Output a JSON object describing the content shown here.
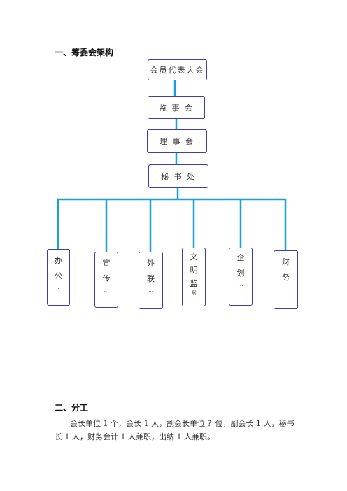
{
  "section1": {
    "title": "一、筹委会架构"
  },
  "org": {
    "top": [
      "会员代表大会",
      "监 事 会",
      "理 事 会",
      "秘 书 处"
    ],
    "departments": [
      {
        "chars": [
          "办",
          "公"
        ],
        "ellipsis": "."
      },
      {
        "chars": [
          "宣",
          "传"
        ],
        "ellipsis": "…"
      },
      {
        "chars": [
          "外",
          "联"
        ],
        "ellipsis": "…"
      },
      {
        "chars": [
          "文",
          "明",
          "监"
        ],
        "ellipsis": "察"
      },
      {
        "chars": [
          "企",
          "划"
        ],
        "ellipsis": "…"
      },
      {
        "chars": [
          "财",
          "务"
        ],
        "ellipsis": "…"
      }
    ]
  },
  "section2": {
    "title": "二、分工",
    "paragraph": "会长单位 1 个，会长 1 人，副会长单位 ？位，副会长 1 人，秘书长 1 人，财务会计 1 人兼职，出纳 1 人兼职。"
  },
  "colors": {
    "connector": "#1aa0d8",
    "box_border": "#3b3fa8"
  }
}
